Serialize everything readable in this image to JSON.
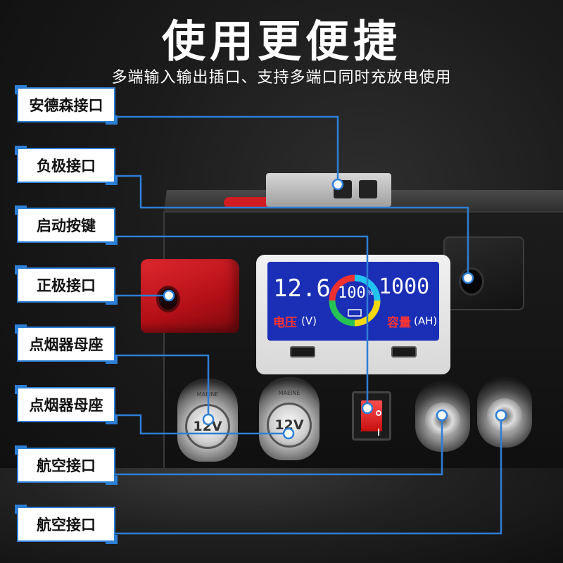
{
  "header": {
    "title": "使用更便捷",
    "subtitle": "多端输入输出插口、支持多端口同时充放电使用"
  },
  "labels": [
    {
      "id": "anderson",
      "text": "安德森接口"
    },
    {
      "id": "negative",
      "text": "负极接口"
    },
    {
      "id": "start",
      "text": "启动按键"
    },
    {
      "id": "positive",
      "text": "正极接口"
    },
    {
      "id": "cig1",
      "text": "点烟器母座"
    },
    {
      "id": "cig2",
      "text": "点烟器母座"
    },
    {
      "id": "aviation1",
      "text": "航空接口"
    },
    {
      "id": "aviation2",
      "text": "航空接口"
    }
  ],
  "display": {
    "voltage_value": "12.6",
    "voltage_label": "电压",
    "voltage_unit": "(V)",
    "percent_value": "100",
    "percent_unit": "%",
    "capacity_value": "1000",
    "capacity_label": "容量",
    "capacity_unit": "(AH)"
  },
  "socket_text": {
    "brand": "MAEINE",
    "voltage": "12V"
  },
  "colors": {
    "accent_line": "#2d7fd6",
    "positive_cap": "#d11c22",
    "lcd_background": "#1a2fb5"
  }
}
